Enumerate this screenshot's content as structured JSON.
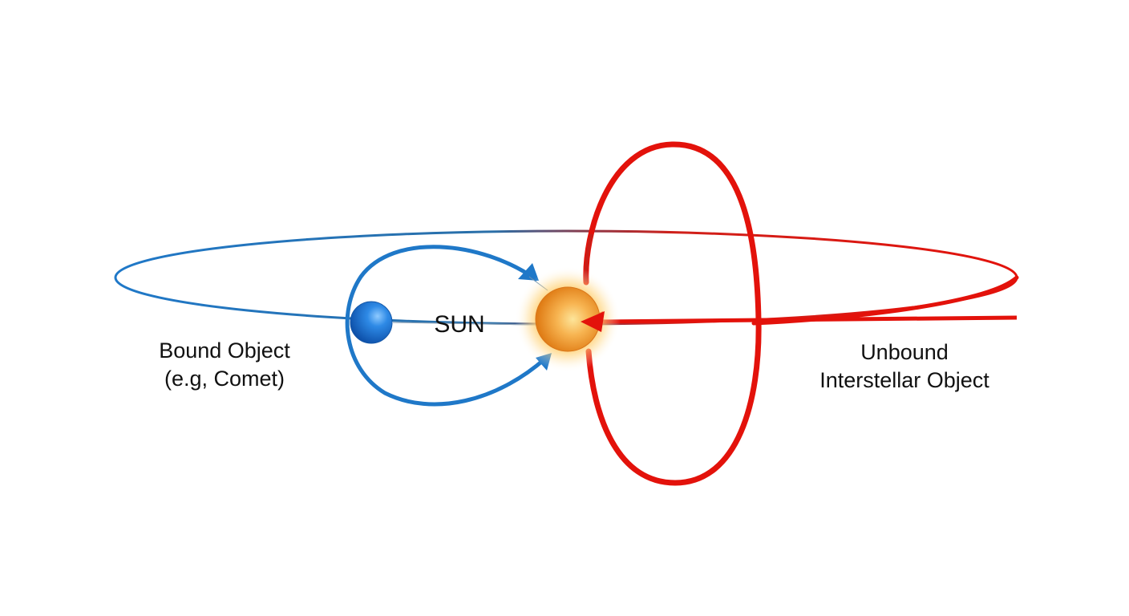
{
  "diagram": {
    "type": "orbit-comparison",
    "labels": {
      "sun": "SUN",
      "bound": {
        "line1": "Bound Object",
        "line2": "(e.g, Comet)"
      },
      "unbound": {
        "line1": "Unbound",
        "line2": "Interstellar Object"
      }
    },
    "colors": {
      "bound_orbit": "#1f78c8",
      "unbound_orbit": "#e3120b",
      "sun_core": "#f5a23a",
      "sun_glow": "#ffcc66",
      "bound_object": "#1e73d2",
      "text": "#111111",
      "background": "#ffffff"
    },
    "elements": [
      {
        "name": "large-elliptical-orbit",
        "description": "Wide flat ellipse, blue on left transitioning to red on right"
      },
      {
        "name": "bound-orbit-loop",
        "description": "Blue closed loop around the Sun with two arrowheads pointing toward the Sun"
      },
      {
        "name": "unbound-trajectory",
        "description": "Red vertical elongated loop with red arrow pointing into the Sun"
      },
      {
        "name": "sun",
        "description": "Orange glowing sphere at center"
      },
      {
        "name": "bound-object",
        "description": "Blue sphere on left side of bound orbit"
      }
    ]
  }
}
